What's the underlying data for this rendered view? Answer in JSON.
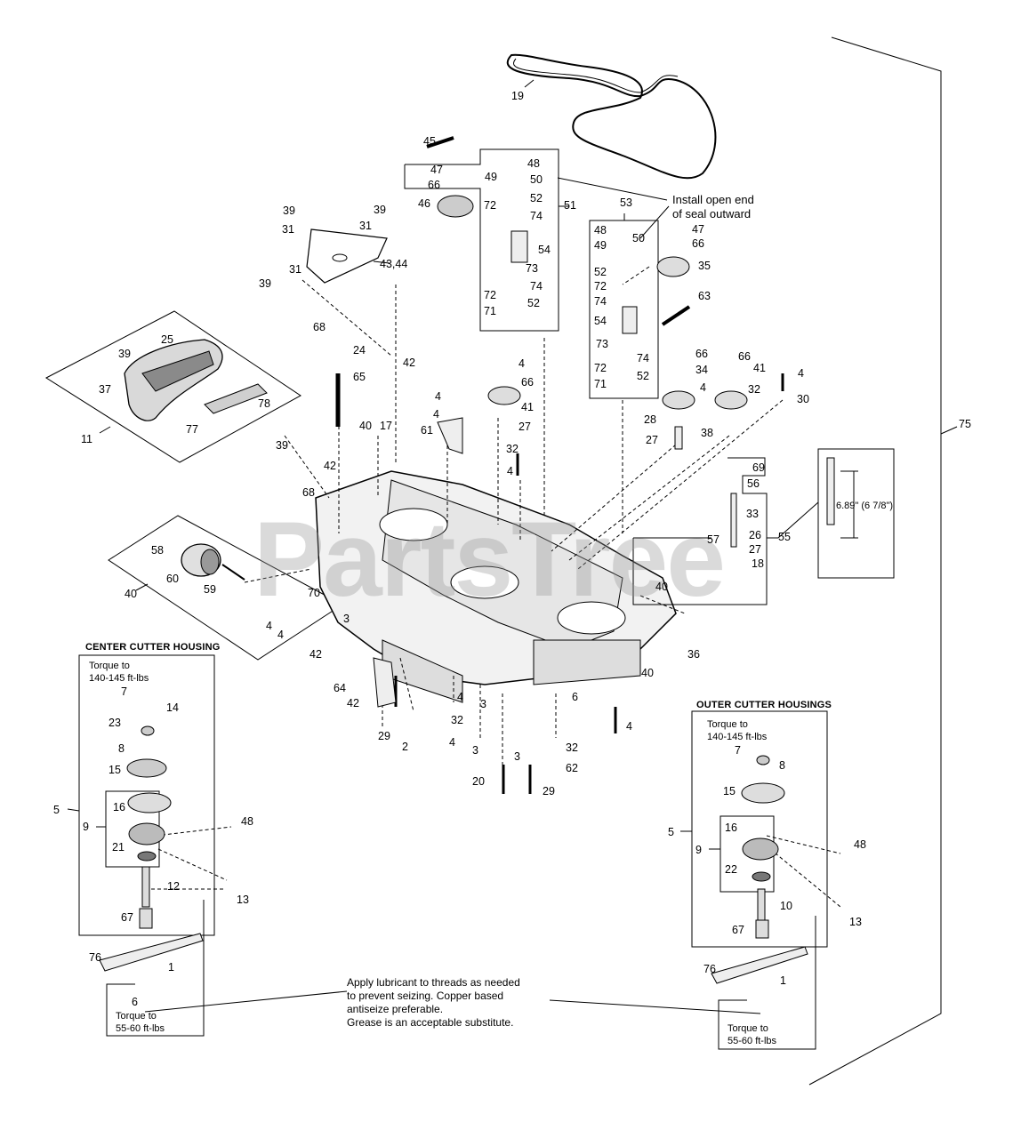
{
  "watermark": "PartsTree",
  "notes": {
    "seal": [
      "Install open end",
      "of seal outward"
    ],
    "lubricant": [
      "Apply lubricant to threads as needed",
      "to prevent seizing.  Copper based",
      "antiseize preferable.",
      "Grease is an acceptable substitute."
    ],
    "height": "6.89\" (6 7/8\")"
  },
  "center_housing": {
    "title": "CENTER CUTTER HOUSING",
    "torque_top": [
      "Torque to",
      "140-145 ft-lbs"
    ],
    "torque_bottom": [
      "Torque to",
      "55-60 ft-lbs"
    ]
  },
  "outer_housing": {
    "title": "OUTER CUTTER HOUSINGS",
    "torque_top": [
      "Torque to",
      "140-145 ft-lbs"
    ],
    "torque_bottom": [
      "Torque to",
      "55-60 ft-lbs"
    ]
  },
  "callouts": [
    "19",
    "45",
    "48",
    "47",
    "49",
    "50",
    "66",
    "52",
    "46",
    "72",
    "74",
    "51",
    "53",
    "39",
    "39",
    "31",
    "31",
    "43,44",
    "48",
    "49",
    "50",
    "47",
    "66",
    "52",
    "35",
    "72",
    "74",
    "54",
    "39",
    "31",
    "73",
    "74",
    "72",
    "52",
    "71",
    "63",
    "54",
    "73",
    "74",
    "72",
    "52",
    "71",
    "68",
    "24",
    "42",
    "65",
    "39",
    "25",
    "37",
    "78",
    "77",
    "11",
    "39",
    "4",
    "66",
    "41",
    "4",
    "27",
    "61",
    "40",
    "17",
    "32",
    "42",
    "4",
    "4",
    "66",
    "34",
    "4",
    "66",
    "41",
    "32",
    "4",
    "30",
    "28",
    "27",
    "38",
    "68",
    "69",
    "56",
    "33",
    "26",
    "57",
    "27",
    "18",
    "55",
    "75",
    "58",
    "60",
    "59",
    "40",
    "70",
    "3",
    "4",
    "4",
    "40",
    "42",
    "36",
    "40",
    "64",
    "42",
    "29",
    "2",
    "4",
    "3",
    "32",
    "4",
    "3",
    "3",
    "32",
    "62",
    "20",
    "29",
    "4",
    "6",
    "7",
    "14",
    "23",
    "8",
    "15",
    "16",
    "9",
    "21",
    "5",
    "48",
    "13",
    "12",
    "67",
    "76",
    "1",
    "6",
    "7",
    "8",
    "15",
    "16",
    "9",
    "22",
    "5",
    "48",
    "13",
    "10",
    "67",
    "76",
    "1"
  ]
}
